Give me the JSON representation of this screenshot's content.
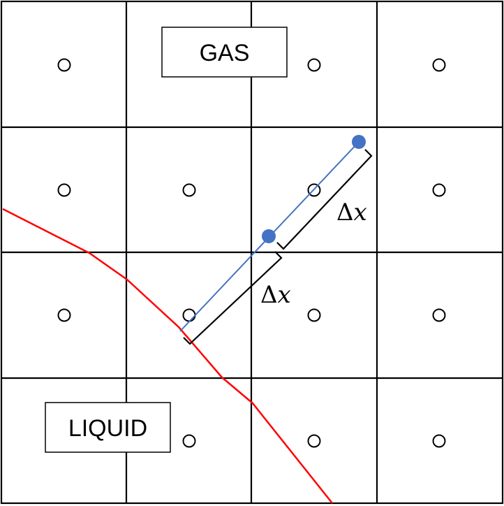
{
  "phase_labels": {
    "gas": "GAS",
    "liquid": "LIQUID"
  },
  "spacing_labels": {
    "upper": "Δ𝑥",
    "lower": "Δ𝑥"
  },
  "colors": {
    "grid": "#000000",
    "interface": "#ff0000",
    "probe_line": "#4472c4",
    "probe_point": "#4472c4",
    "cell_center": "#000000"
  }
}
